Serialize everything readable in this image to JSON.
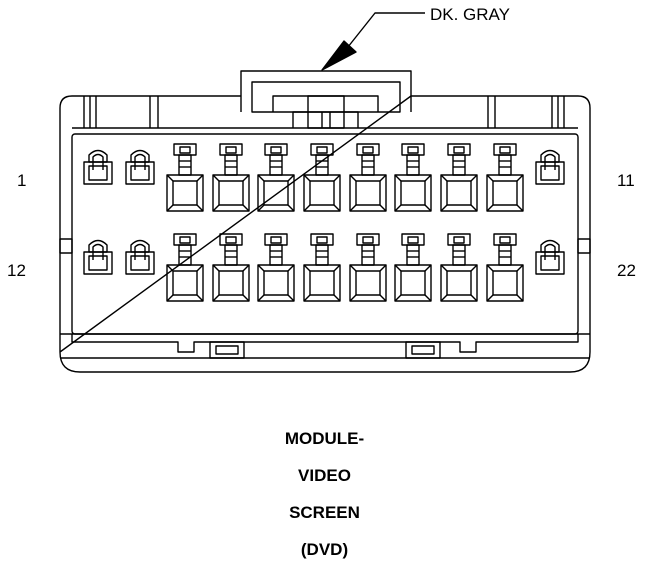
{
  "callout": {
    "color_label": "DK. GRAY"
  },
  "pins": {
    "top_left": "1",
    "top_right": "11",
    "bottom_left": "12",
    "bottom_right": "22"
  },
  "title": {
    "line1": "MODULE-",
    "line2": "VIDEO",
    "line3": "SCREEN",
    "line4": "(DVD)"
  }
}
